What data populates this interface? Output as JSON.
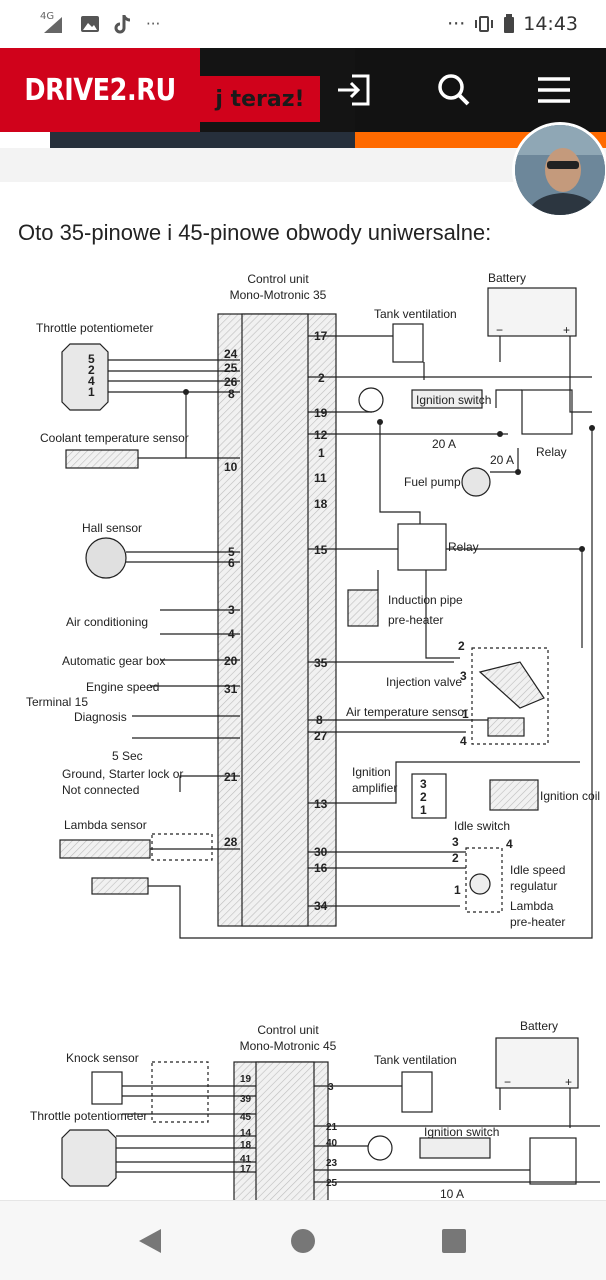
{
  "status_bar": {
    "network_label": "4G",
    "more_glyph": "···",
    "right_more_glyph": "···",
    "time": "14:43",
    "icons": [
      "signal-icon",
      "image-icon",
      "tiktok-icon",
      "vibrate-icon",
      "battery-icon"
    ]
  },
  "header": {
    "logo_text": "DRIVE2.RU",
    "banner_text": "j teraz!",
    "icons": [
      "login-icon",
      "search-icon",
      "menu-icon"
    ],
    "colors": {
      "brand": "#d0021b",
      "dark": "#1a1a1a",
      "orange": "#ff6a00"
    }
  },
  "post": {
    "intro_text": "Oto 35-pinowe i 45-pinowe obwody uniwersalne:"
  },
  "diagram1": {
    "control_unit_title": "Control unit",
    "control_unit_model": "Mono-Motronic 35",
    "left_labels": {
      "throttle": "Throttle potentiometer",
      "coolant": "Coolant temperature sensor",
      "hall": "Hall sensor",
      "aircon": "Air conditioning",
      "autobox": "Automatic gear box",
      "engine_speed": "Engine speed",
      "terminal": "Terminal 15",
      "diagnosis": "Diagnosis",
      "five_sec": "5 Sec",
      "ground": "Ground,  Starter lock or",
      "not_connected": "Not connected",
      "lambda": "Lambda sensor"
    },
    "throttle_pins": [
      "5",
      "2",
      "4",
      "1"
    ],
    "left_pins": [
      "24",
      "25",
      "26",
      "8",
      "10",
      "5",
      "6",
      "3",
      "4",
      "20",
      "31",
      "21",
      "28"
    ],
    "right_pins": [
      "17",
      "2",
      "19",
      "12",
      "1",
      "11",
      "18",
      "15",
      "35",
      "8",
      "27",
      "13",
      "30",
      "16",
      "34"
    ],
    "right_labels": {
      "battery": "Battery",
      "minus": "−",
      "plus": "+",
      "tank": "Tank ventilation",
      "ignition_switch": "Ignition switch",
      "fuse1": "20 A",
      "fuse2": "20 A",
      "relay1": "Relay",
      "fuel_pump": "Fuel pump",
      "relay2": "Relay",
      "induction1": "Induction pipe",
      "induction2": "pre-heater",
      "injection": "Injection valve",
      "air_temp": "Air temperature sensor",
      "ignition_amp1": "Ignition",
      "ignition_amp2": "amplifier",
      "ignition_coil": "Ignition coil",
      "idle_switch": "Idle switch",
      "idle_speed1": "Idle speed",
      "idle_speed2": "regulatur",
      "lambda_pre1": "Lambda",
      "lambda_pre2": "pre-heater",
      "inj_pins": [
        "2",
        "3",
        "1",
        "4"
      ],
      "amp_pins": [
        "3",
        "2",
        "1"
      ],
      "idle_pins": [
        "3",
        "4",
        "2",
        "1"
      ]
    }
  },
  "diagram2": {
    "control_unit_title": "Control unit",
    "control_unit_model": "Mono-Motronic 45",
    "knock": "Knock sensor",
    "throttle": "Throttle potentiometer",
    "battery": "Battery",
    "tank": "Tank ventilation",
    "ignition_switch": "Ignition switch",
    "fuse": "10 A",
    "minus": "−",
    "plus": "+",
    "left_pins": [
      "19",
      "39",
      "45",
      "14",
      "18",
      "41",
      "17"
    ],
    "right_pins": [
      "3",
      "21",
      "40",
      "23",
      "25"
    ]
  },
  "navbar": {
    "icons": [
      "back-icon",
      "home-icon",
      "recents-icon"
    ]
  }
}
